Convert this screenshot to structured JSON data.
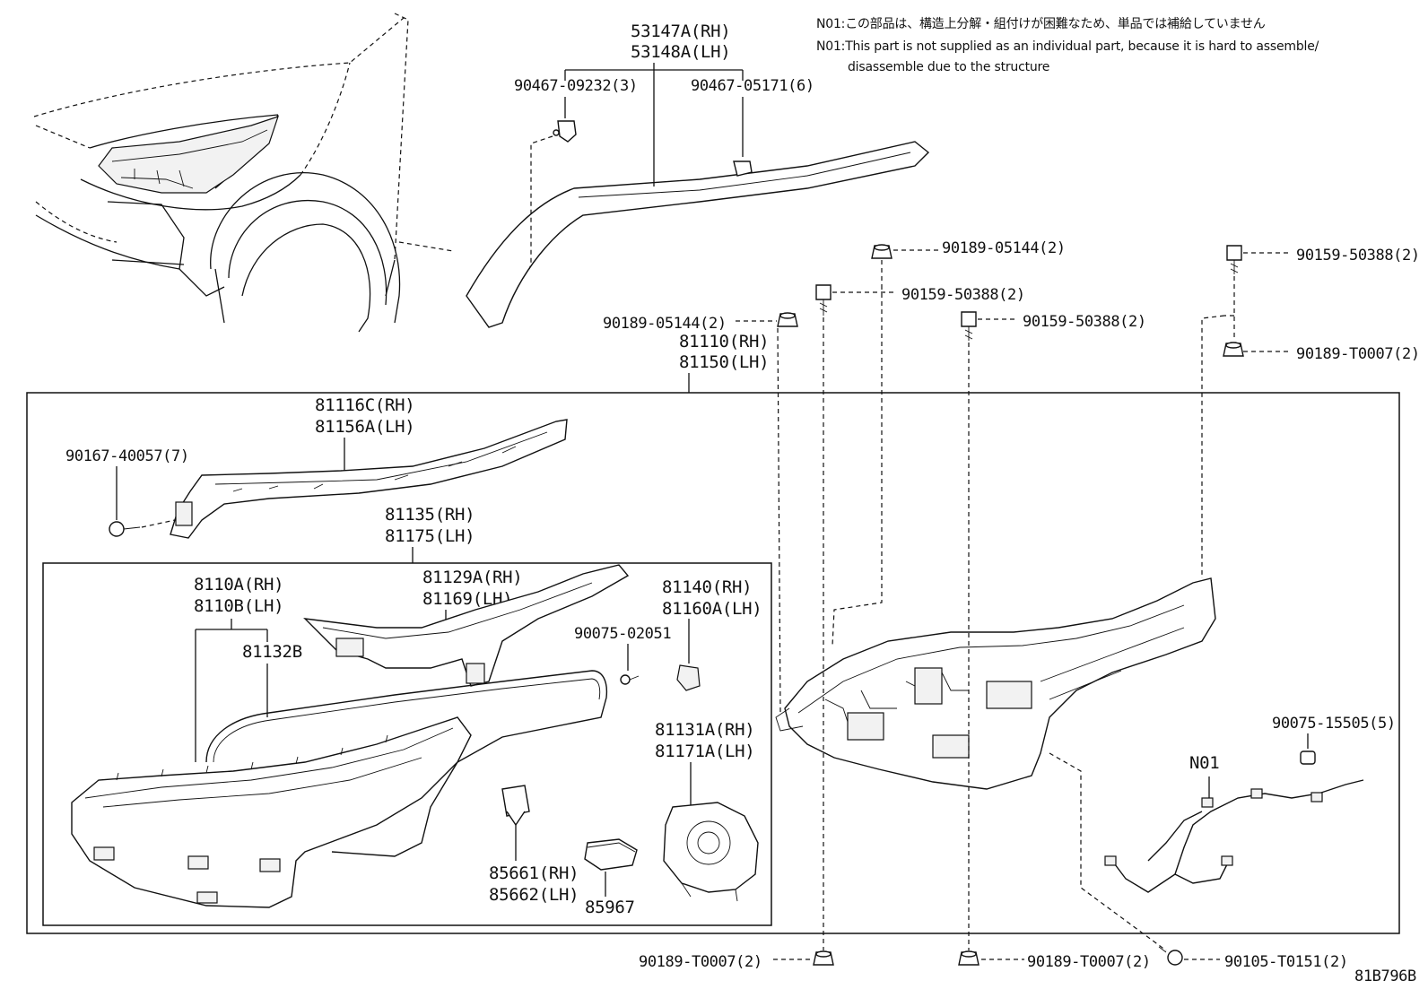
{
  "notes": {
    "jp": "N01:この部品は、構造上分解・組付けが困難なため、単品では補給していません",
    "en_line1": "N01:This part is not supplied as an individual part, because it is hard to assemble/",
    "en_line2": "disassemble due to the structure"
  },
  "diagram_id": "81B796B",
  "labels": {
    "p53147a": "53147A(RH)",
    "p53148a": "53148A(LH)",
    "p90467_09232": "90467-09232(3)",
    "p90467_05171": "90467-05171(6)",
    "p90189_05144_top": "90189-05144(2)",
    "p90159_50388_right": "90159-50388(2)",
    "p90159_50388_mid": "90159-50388(2)",
    "p90159_50388_mid2": "90159-50388(2)",
    "p90189_05144_left": "90189-05144(2)",
    "p90189_t0007_right": "90189-T0007(2)",
    "p81110": "81110(RH)",
    "p81150": "81150(LH)",
    "p81116c": "81116C(RH)",
    "p81156a": "81156A(LH)",
    "p90167_40057": "90167-40057(7)",
    "p81135": "81135(RH)",
    "p81175": "81175(LH)",
    "p8110a": "8110A(RH)",
    "p8110b": "8110B(LH)",
    "p81129a": "81129A(RH)",
    "p81169": "81169(LH)",
    "p81140": "81140(RH)",
    "p81160a": "81160A(LH)",
    "p90075_02051": "90075-02051",
    "p81132b": "81132B",
    "p81131a": "81131A(RH)",
    "p81171a": "81171A(LH)",
    "p85661": "85661(RH)",
    "p85662": "85662(LH)",
    "p85967": "85967",
    "p90075_15505": "90075-15505(5)",
    "pn01": "N01",
    "p90189_t0007_b1": "90189-T0007(2)",
    "p90189_t0007_b2": "90189-T0007(2)",
    "p90105_t0151": "90105-T0151(2)"
  }
}
